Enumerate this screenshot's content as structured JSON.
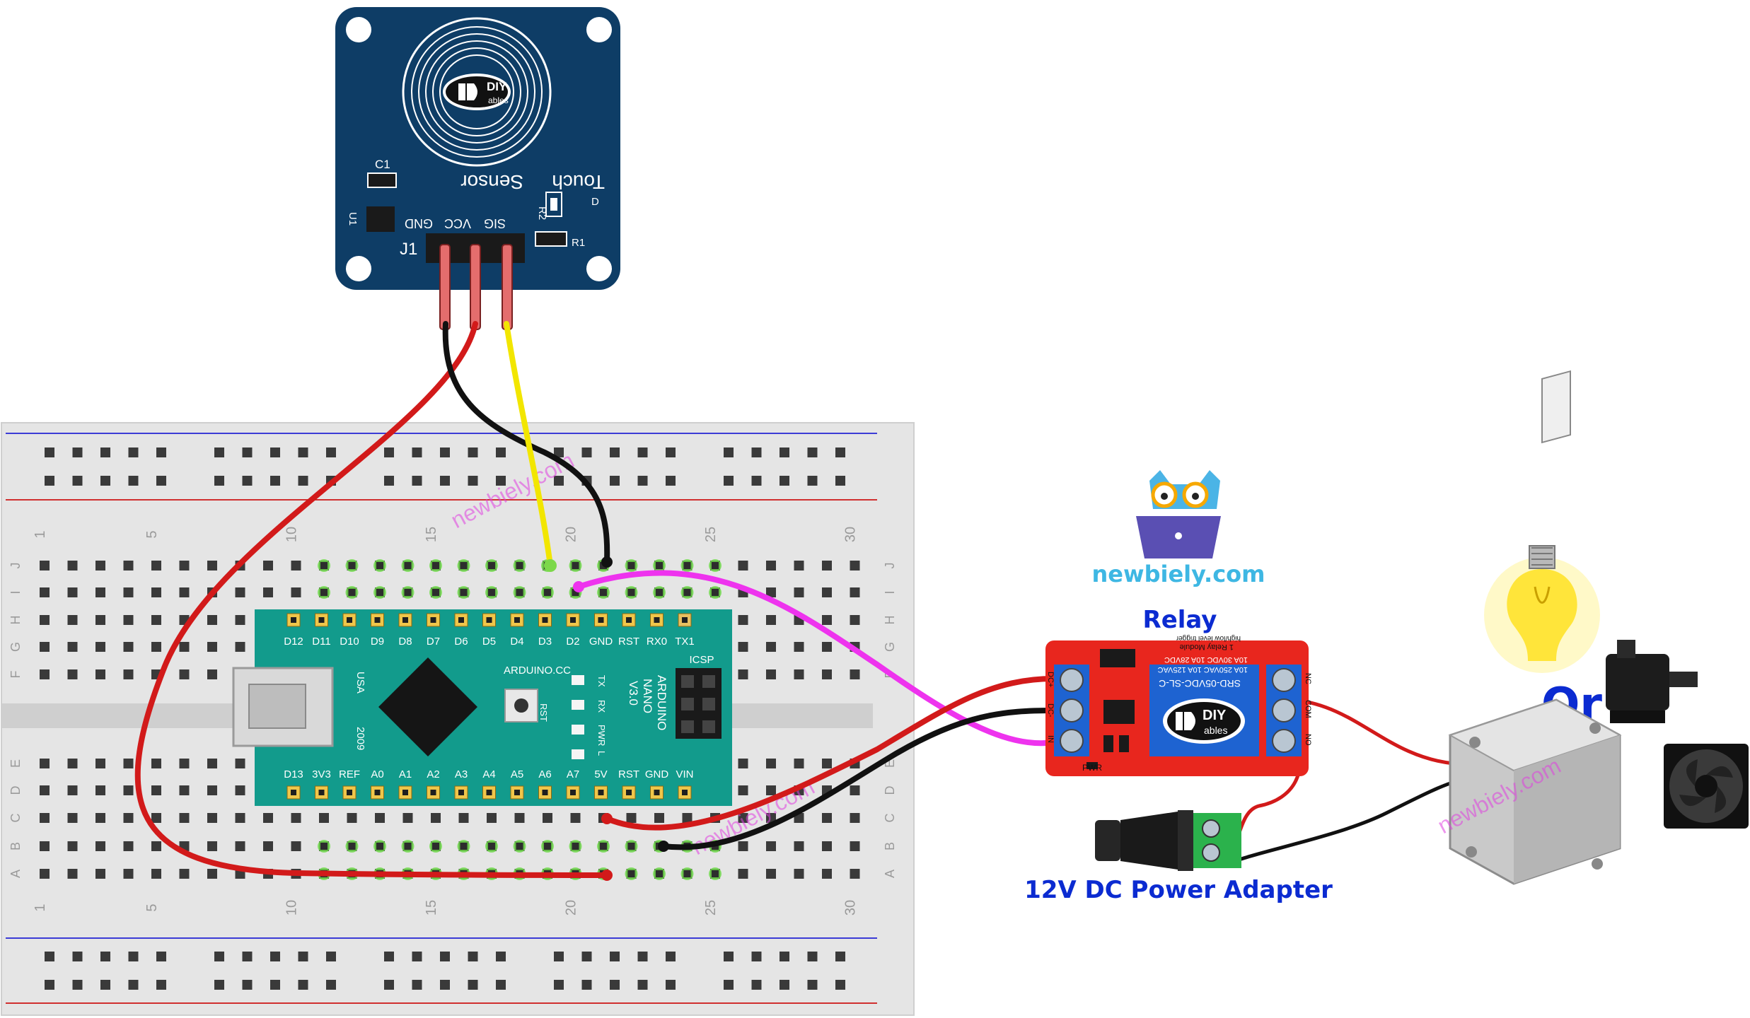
{
  "touch_sensor": {
    "title_line1": "Touch",
    "title_line2": "Sensor",
    "brand_top": "DIY",
    "brand_bottom": "ables",
    "labels": {
      "c1": "C1",
      "u1": "U1",
      "r2": "R2",
      "d": "D",
      "r1": "R1",
      "j1": "J1"
    },
    "pins": [
      "GND",
      "VCC",
      "SIG"
    ]
  },
  "arduino": {
    "model_lines": [
      "ARDUINO",
      "NANO",
      "V3.0"
    ],
    "site": "ARDUINO.CC",
    "made_in": "USA",
    "year": "2009",
    "icsp": "ICSP",
    "rst": "RST",
    "leds": [
      "TX",
      "RX",
      "PWR",
      "L"
    ],
    "top_pins": [
      "D12",
      "D11",
      "D10",
      "D9",
      "D8",
      "D7",
      "D6",
      "D5",
      "D4",
      "D3",
      "D2",
      "GND",
      "RST",
      "RX0",
      "TX1"
    ],
    "bottom_pins": [
      "D13",
      "3V3",
      "REF",
      "A0",
      "A1",
      "A2",
      "A3",
      "A4",
      "A5",
      "A6",
      "A7",
      "5V",
      "RST",
      "GND",
      "VIN"
    ]
  },
  "breadboard": {
    "row_letters_top": [
      "J",
      "I",
      "H",
      "G",
      "F"
    ],
    "row_letters_bottom": [
      "E",
      "D",
      "C",
      "B",
      "A"
    ],
    "column_numbers": [
      "1",
      "5",
      "10",
      "15",
      "20",
      "25",
      "30"
    ]
  },
  "relay": {
    "label": "Relay",
    "module_title": "1 Relay Module",
    "module_subtitle": "high/low level trigger",
    "brand_top": "DIY",
    "brand_bottom": "ables",
    "coil_text": "SRD-05VDC-SL-C",
    "rating_lines": [
      "10A 250VAC  10A 125VAC",
      "10A  30VDC  10A 28VDC"
    ],
    "pins_left": [
      "DC+",
      "DC-",
      "IN"
    ],
    "pins_right": [
      "NC",
      "COM",
      "NO"
    ],
    "pwr": "PWR"
  },
  "power_adapter": {
    "label": "12V DC Power Adapter"
  },
  "or_label": "Or",
  "watermark": "newbiely.com",
  "logo": {
    "site": "newbiely.com"
  },
  "colors": {
    "wire_red": "#d21a1a",
    "wire_black": "#111111",
    "wire_yellow": "#f2e600",
    "wire_magenta": "#ee33ee",
    "sensor_board": "#0e3d66",
    "arduino_board": "#129b8c",
    "relay_board": "#e8261e",
    "label_blue": "#0b2bd1"
  }
}
